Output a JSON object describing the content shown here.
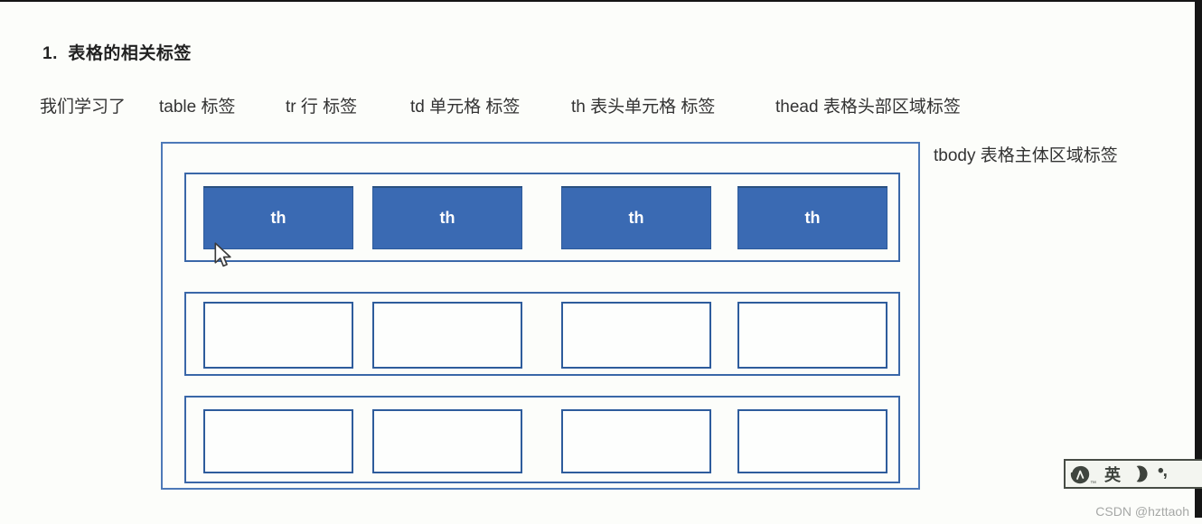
{
  "page": {
    "heading": "1.  表格的相关标签"
  },
  "lesson": {
    "intro": "我们学习了",
    "tags": [
      {
        "label": "table 标签"
      },
      {
        "label": "tr 行 标签"
      },
      {
        "label": "td 单元格 标签"
      },
      {
        "label": "th 表头单元格 标签"
      },
      {
        "label": "thead 表格头部区域标签"
      },
      {
        "label": "tbody 表格主体区域标签"
      }
    ]
  },
  "diagram": {
    "header_cells": [
      {
        "label": "th"
      },
      {
        "label": "th"
      },
      {
        "label": "th"
      },
      {
        "label": "th"
      }
    ],
    "body_row_count": 2,
    "cells_per_row": 4,
    "colors": {
      "header_cell_fill": "#3a6ab3",
      "row_border": "#3a67a8",
      "outer_border": "#4d79b8",
      "cell_border": "#2e5c9c",
      "header_text": "#ffffff"
    }
  },
  "ime_bar": {
    "mode_label": "英",
    "trademark": "™",
    "punctuation_label": "•,"
  },
  "watermark": {
    "text": "CSDN @hzttaoh"
  }
}
